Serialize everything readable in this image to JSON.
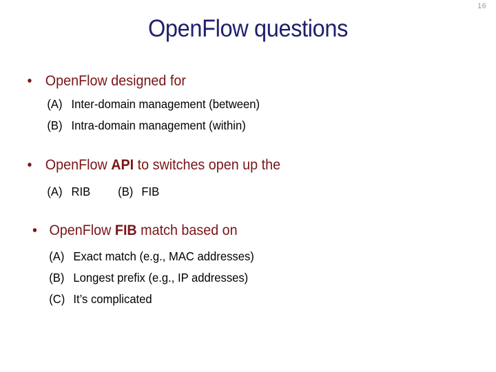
{
  "slide": {
    "page_number": "16",
    "title": "OpenFlow questions",
    "colors": {
      "title": "#1F1F6E",
      "bullet": "#7A1518",
      "sub_item": "#000000",
      "page_number": "#9A9A9A",
      "background": "#FFFFFF"
    },
    "bullet_glyph": "•",
    "blocks": [
      {
        "bullet_pre": "OpenFlow designed for",
        "bullet_bold": "",
        "bullet_post": "",
        "items": [
          {
            "label": "(A)",
            "text": "Inter-domain management (between)"
          },
          {
            "label": "(B)",
            "text": "Intra-domain management (within)"
          }
        ]
      },
      {
        "bullet_pre": "OpenFlow ",
        "bullet_bold": "API",
        "bullet_post": " to switches open up the",
        "pair": {
          "label_a": "(A)",
          "text_a": "RIB",
          "label_b": "(B)",
          "text_b": "FIB"
        }
      },
      {
        "bullet_pre": "OpenFlow ",
        "bullet_bold": "FIB",
        "bullet_post": " match based on",
        "items": [
          {
            "label": "(A)",
            "text": "Exact match (e.g., MAC addresses)"
          },
          {
            "label": "(B)",
            "text": "Longest prefix (e.g., IP addresses)"
          },
          {
            "label": "(C)",
            "text": "It’s complicated"
          }
        ]
      }
    ]
  }
}
